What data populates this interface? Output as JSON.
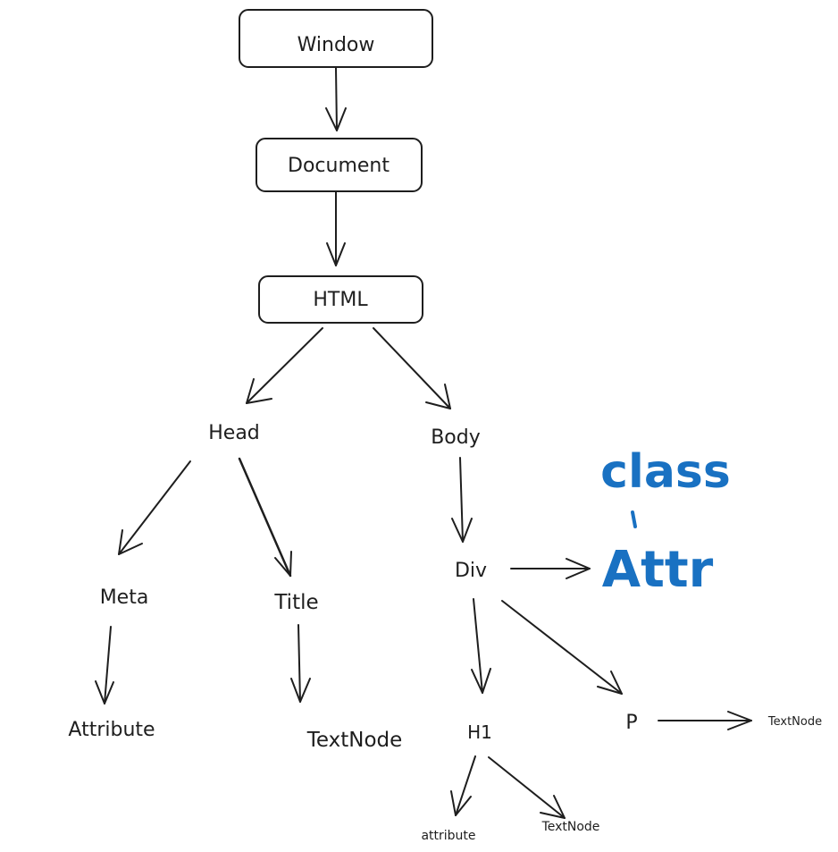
{
  "diagram": {
    "nodes": {
      "window": "Window",
      "document": "Document",
      "html": "HTML",
      "head": "Head",
      "body": "Body",
      "meta": "Meta",
      "title": "Title",
      "div": "Div",
      "attribute": "Attribute",
      "title_textnode": "TextNode",
      "h1": "H1",
      "p": "P",
      "p_textnode": "TextNode",
      "h1_attribute": "attribute",
      "h1_textnode": "TextNode"
    },
    "annotation": {
      "class_label": "class",
      "attr_label": "Attr"
    },
    "colors": {
      "ink": "#1e1e1e",
      "annotation": "#1971c2",
      "background": "#ffffff"
    }
  }
}
